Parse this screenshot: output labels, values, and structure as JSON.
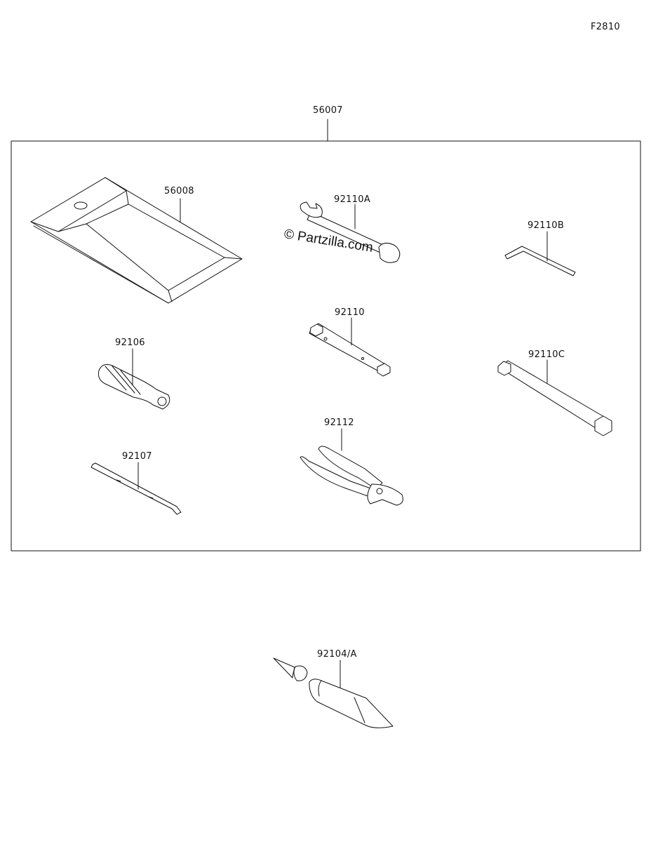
{
  "figure_code": "F2810",
  "watermark": "© Partzilla.com",
  "kit_label": "56007",
  "parts": [
    {
      "id": "56008"
    },
    {
      "id": "92110A"
    },
    {
      "id": "92110B"
    },
    {
      "id": "92110"
    },
    {
      "id": "92106"
    },
    {
      "id": "92110C"
    },
    {
      "id": "92112"
    },
    {
      "id": "92107"
    },
    {
      "id": "92104/A"
    }
  ]
}
